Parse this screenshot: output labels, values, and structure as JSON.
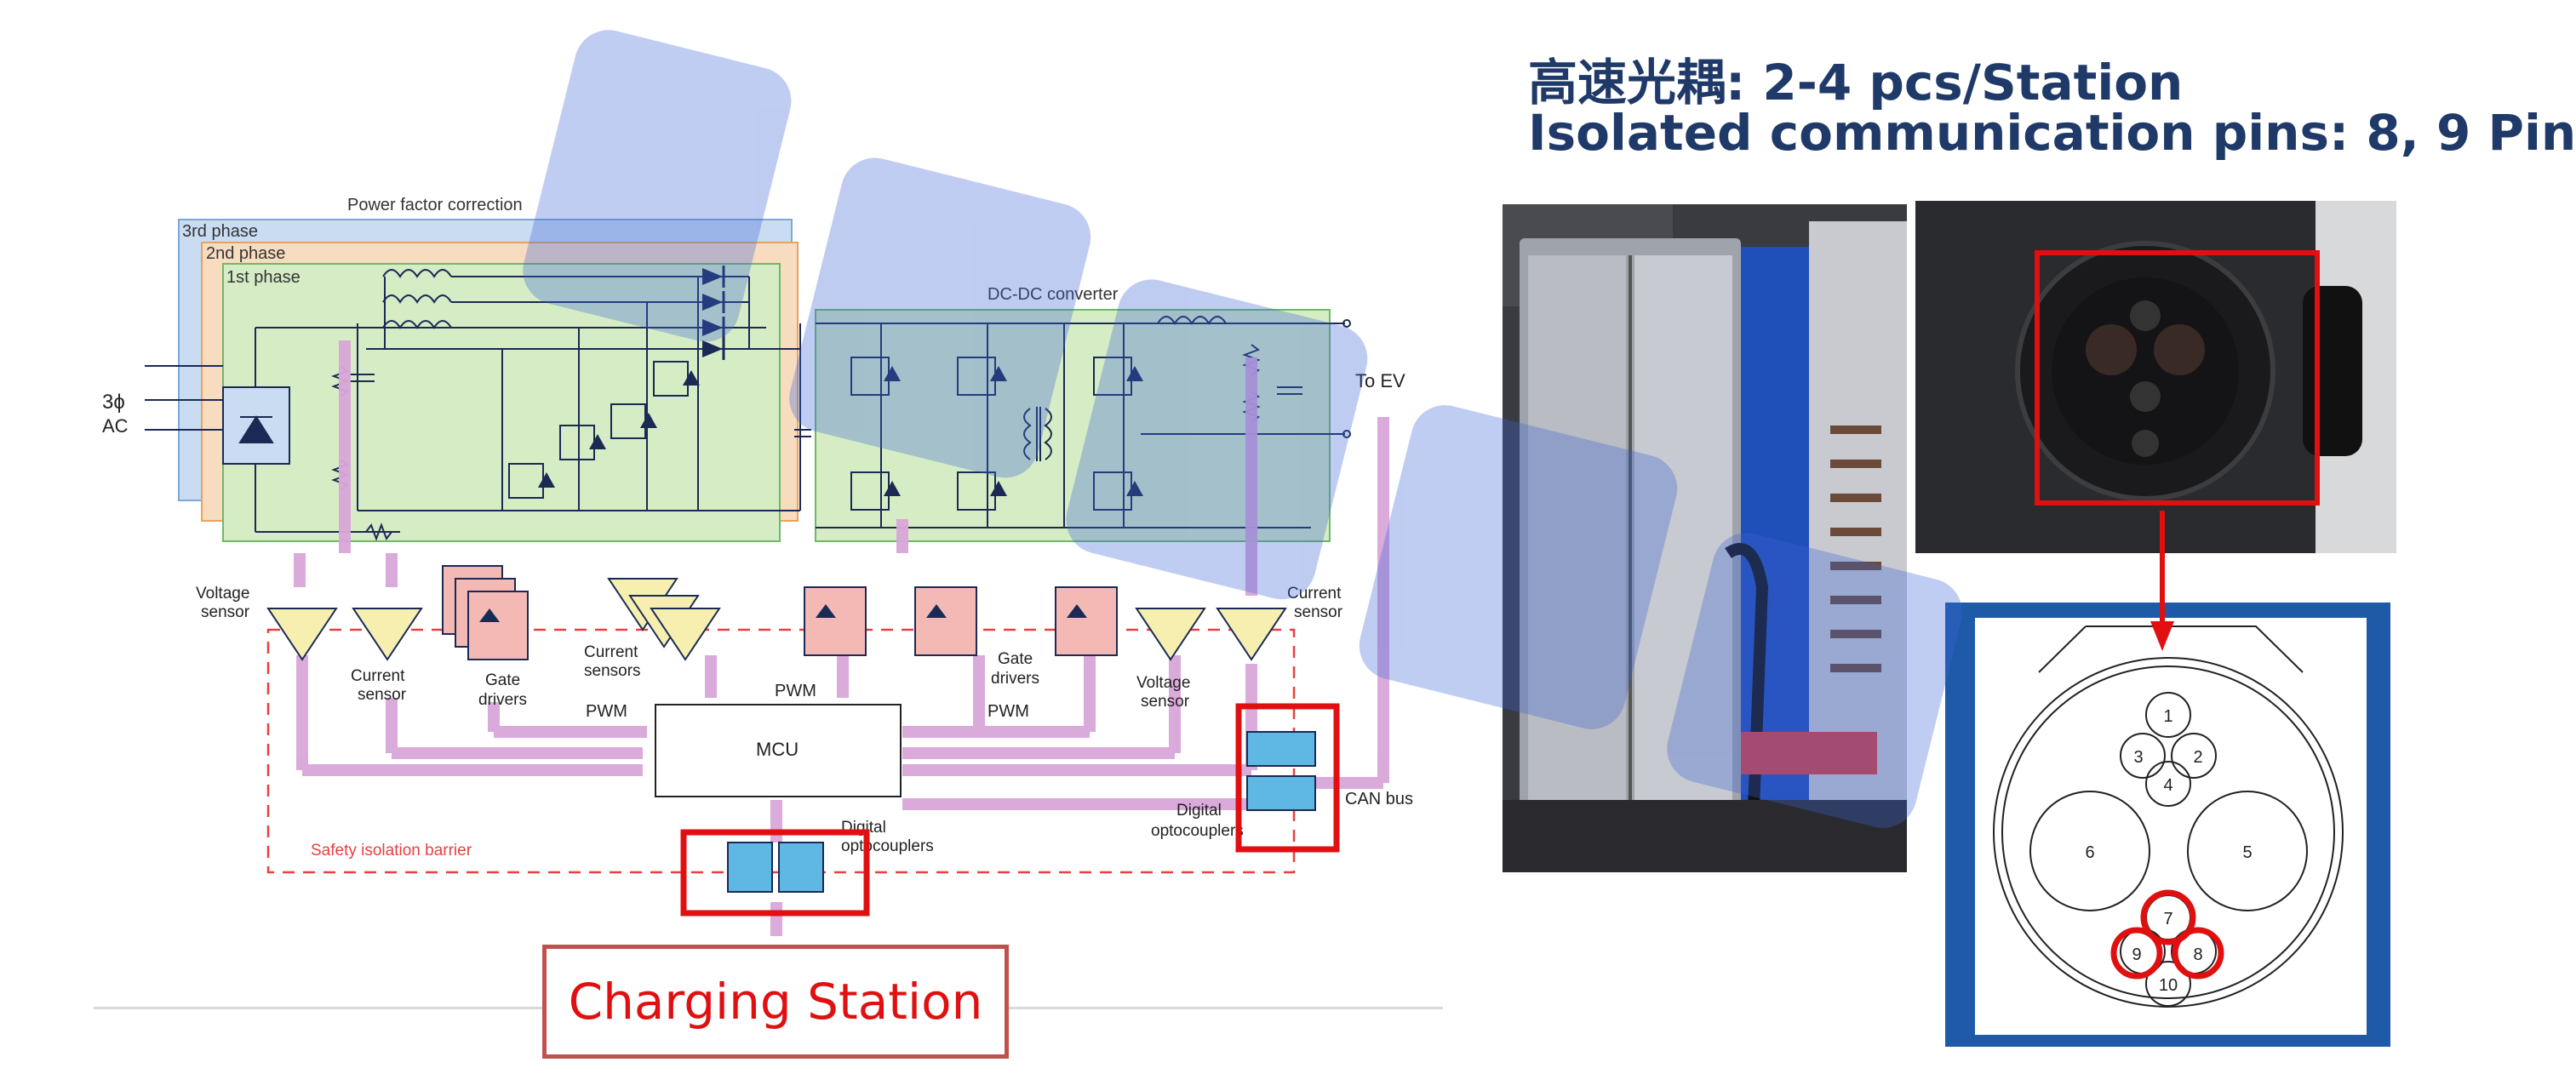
{
  "heading": {
    "line1": "高速光耦: 2-4 pcs/Station",
    "line2": "Isolated communication pins: 8, 9 Pin"
  },
  "footer_label": "Charging Station",
  "schematic": {
    "pfc_title": "Power factor correction",
    "phase3": "3rd phase",
    "phase2": "2nd phase",
    "phase1": "1st phase",
    "dcdc_title": "DC-DC converter",
    "ac_line1": "3ϕ",
    "ac_line2": "AC",
    "to_ev": "To EV",
    "voltage_sensor_left": [
      "Voltage",
      "sensor"
    ],
    "current_sensor_left": [
      "Current",
      "sensor"
    ],
    "gate_drivers_left": [
      "Gate",
      "drivers"
    ],
    "current_sensors_mid": [
      "Current",
      "sensors"
    ],
    "gate_drivers_right": [
      "Gate",
      "drivers"
    ],
    "voltage_sensor_right": [
      "Voltage",
      "sensor"
    ],
    "current_sensor_right": [
      "Current",
      "sensor"
    ],
    "pwm_left": "PWM",
    "pwm_top": "PWM",
    "pwm_right": "PWM",
    "mcu": "MCU",
    "digital_opto_bottom": [
      "Digital",
      "optocouplers"
    ],
    "digital_opto_right": [
      "Digital",
      "optocouplers"
    ],
    "can_bus": "CAN bus",
    "barrier": "Safety isolation barrier"
  },
  "connector": {
    "pins": [
      "1",
      "2",
      "3",
      "4",
      "5",
      "6",
      "7",
      "8",
      "9",
      "10"
    ],
    "highlighted_pins": [
      "7",
      "8",
      "9"
    ]
  },
  "colors": {
    "heading": "#1f3a68",
    "highlight": "#e01010",
    "isolation_arrow": "#d9a6d9",
    "phase3_fill": "#c9dcf2",
    "phase2_fill": "#f8dcc0",
    "phase1_fill": "#d6ecc4",
    "dcdc_fill": "#d6ecc4",
    "sensor_fill": "#f6efb0",
    "driver_fill": "#f4b9b4",
    "opto_fill": "#5fb7e4"
  }
}
